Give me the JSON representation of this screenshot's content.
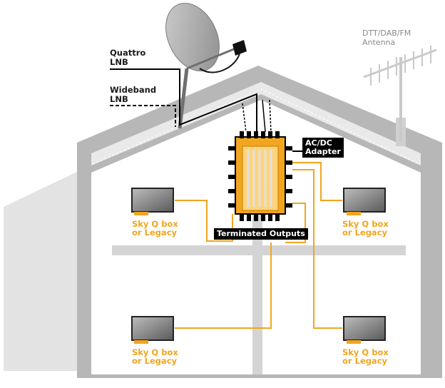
{
  "labels": {
    "lnb_quattro": [
      "Quattro",
      "LNB"
    ],
    "lnb_wideband": [
      "Wideband",
      "LNB"
    ],
    "antenna": [
      "DTT/DAB/FM",
      "Antenna"
    ],
    "adapter": [
      "AC/DC",
      "Adapter"
    ],
    "terminated": "Terminated Outputs",
    "room_tl": [
      "Sky Q box",
      "or Legacy"
    ],
    "room_tr": [
      "Sky Q box",
      "or Legacy"
    ],
    "room_bl": [
      "Sky Q box",
      "or Legacy"
    ],
    "room_br": [
      "Sky Q box",
      "or Legacy"
    ]
  },
  "colors": {
    "house_grey": "#b5b5b5",
    "house_dark": "#9a9a9a",
    "wall_light": "#d6d6d6",
    "cable_orange": "#f2a51f",
    "multiswitch_body": "#f2a51f",
    "black": "#000000"
  }
}
